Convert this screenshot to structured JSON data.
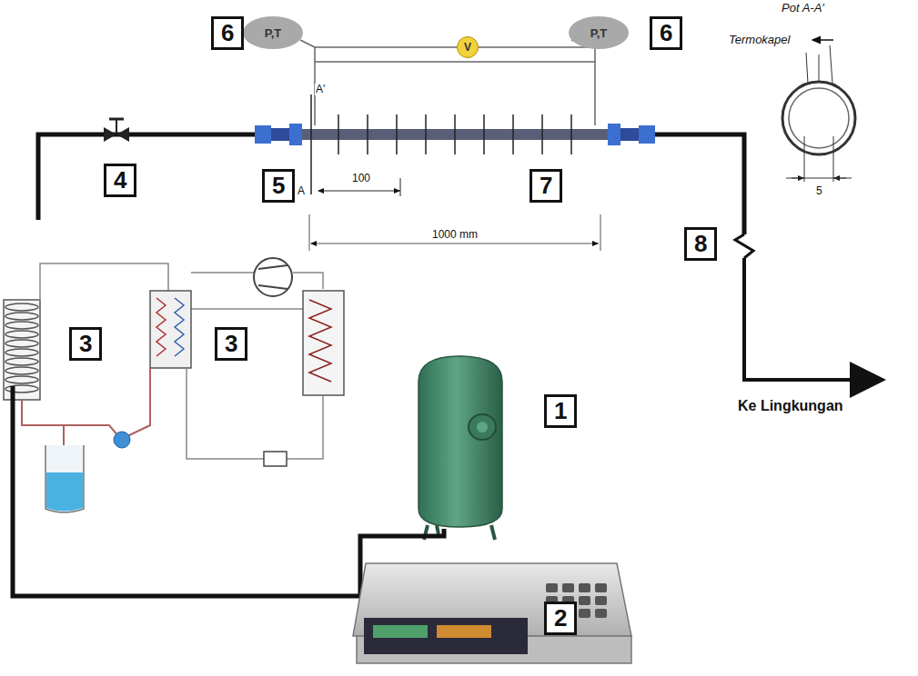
{
  "diagram": {
    "nodes": [
      {
        "text": [
          "P,T"
        ]
      },
      {
        "text": [
          "V"
        ]
      },
      {
        "text": [
          "P,T"
        ]
      }
    ],
    "labels": [
      "6",
      "6",
      "Pot A-A'",
      "Termokapel",
      "A'",
      "4",
      "5",
      "7",
      "100",
      "A",
      "1000 mm",
      "5",
      "8",
      "3",
      "3",
      "1",
      "Ke Lingkungan",
      "2"
    ]
  }
}
